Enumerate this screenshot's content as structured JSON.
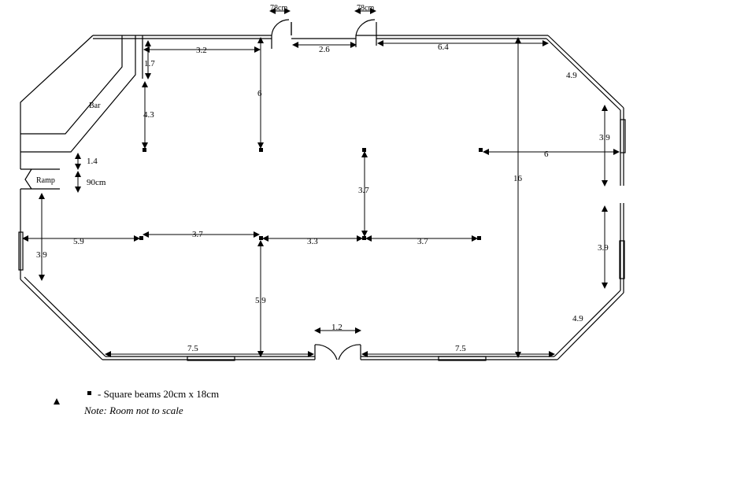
{
  "room": {
    "bar_label": "Bar",
    "ramp_label": "Ramp"
  },
  "dimensions": {
    "door_left_width": "78cm",
    "door_right_width": "78cm",
    "top_left_span": "3.2",
    "top_mid_span": "2.6",
    "top_right_span": "6.4",
    "bar_depth": "1.7",
    "bar_to_beam": "4.3",
    "top_to_beam": "6",
    "left_gap_upper": "1.4",
    "ramp_width": "90cm",
    "right_diag_upper": "4.9",
    "right_window_upper": "3.9",
    "beam_to_right_wall": "6",
    "overall_length": "16",
    "center_vertical": "3.7",
    "row_span_1": "5.9",
    "row_span_2": "3.7",
    "row_span_3": "3.3",
    "row_span_4": "3.7",
    "left_window": "3.9",
    "lower_vertical": "5.9",
    "entrance_width": "1.2",
    "bottom_left_span": "7.5",
    "bottom_right_span": "7.5",
    "right_window_lower": "3.9",
    "right_diag_lower": "4.9"
  },
  "legend": {
    "beam_text": "- Square beams 20cm x 18cm",
    "note_text": "Note: Room not to scale"
  }
}
